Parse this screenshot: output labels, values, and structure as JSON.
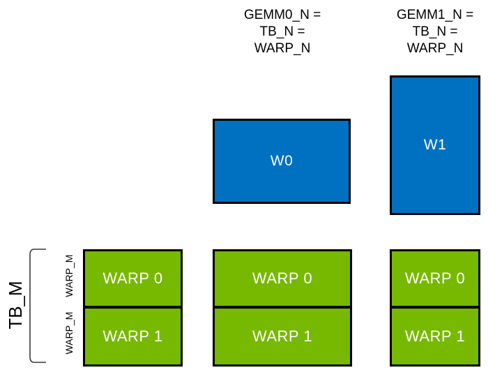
{
  "colors": {
    "box_blue": "#0070C0",
    "box_green": "#76B900",
    "box_border": "#000000"
  },
  "headers": {
    "gemm0": [
      "GEMM0_N =",
      "TB_N =",
      "WARP_N"
    ],
    "gemm1": [
      "GEMM1_N =",
      "TB_N =",
      "WARP_N"
    ]
  },
  "warp_accumulators": {
    "w0": "W0",
    "w1": "W1"
  },
  "axis": {
    "tb_m": "TB_M",
    "warp_m_top": "WARP_M",
    "warp_m_bottom": "WARP_M"
  },
  "tiles": {
    "col0": {
      "row0": "WARP 0",
      "row1": "WARP 1"
    },
    "col1": {
      "row0": "WARP 0",
      "row1": "WARP 1"
    },
    "col2": {
      "row0": "WARP 0",
      "row1": "WARP 1"
    }
  }
}
